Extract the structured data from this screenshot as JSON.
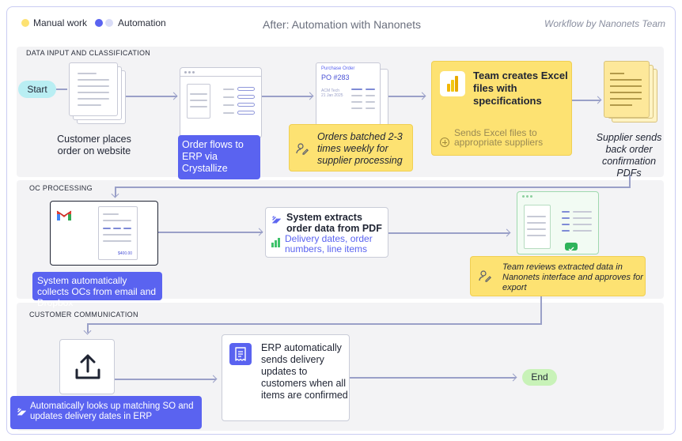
{
  "legend": {
    "manual_label": "Manual work",
    "automation_label": "Automation",
    "manual_color": "#fde272",
    "automation_color": "#5a63f0"
  },
  "header": {
    "title": "After: Automation with Nanonets",
    "credit": "Workflow by Nanonets Team"
  },
  "sections": {
    "data_input": "DATA INPUT AND CLASSIFICATION",
    "oc_processing": "OC PROCESSING",
    "customer_comm": "CUSTOMER COMMUNICATION"
  },
  "terminals": {
    "start": "Start",
    "end": "End",
    "start_color": "#b9eef3",
    "end_color": "#c8f2b8"
  },
  "row1": {
    "customer_caption": "Customer places order on website",
    "erp_box": "Order flows to ERP via Crystallize",
    "po_doc_title": "Purchase Order",
    "po_doc_number": "PO #283",
    "po_doc_meta1": "ACM Tech",
    "po_doc_meta2": "21 Jan 2025",
    "batch_box": "Orders batched 2-3 times weekly for supplier processing",
    "excel_title": "Team creates Excel files with specifications",
    "excel_sub": "Sends Excel files to appropriate suppliers",
    "supplier_caption": "Supplier sends back order confirmation PDFs"
  },
  "row2": {
    "collect_box": "System automatically collects OCs from email and Dropbox",
    "gmail_letter": "M",
    "email_amount": "$400.00",
    "extract_title": "System extracts order data from PDF",
    "extract_detail": "Delivery dates, order numbers, line items",
    "review_box": "Team reviews extracted data in Nanonets interface and approves for export"
  },
  "row3": {
    "lookup_box": "Automatically looks up matching SO and updates delivery dates in ERP",
    "erp_update": "ERP automatically sends delivery updates to customers when all items are confirmed"
  },
  "icons": {
    "upload": "upload-icon",
    "receipt": "receipt-icon",
    "sparkle": "automation-sparkle-icon",
    "person_edit": "person-edit-icon",
    "powerbi": "bar-chart-app-icon",
    "plus_circle": "plus-circle-icon",
    "check": "check-icon",
    "gmail": "gmail-icon"
  }
}
